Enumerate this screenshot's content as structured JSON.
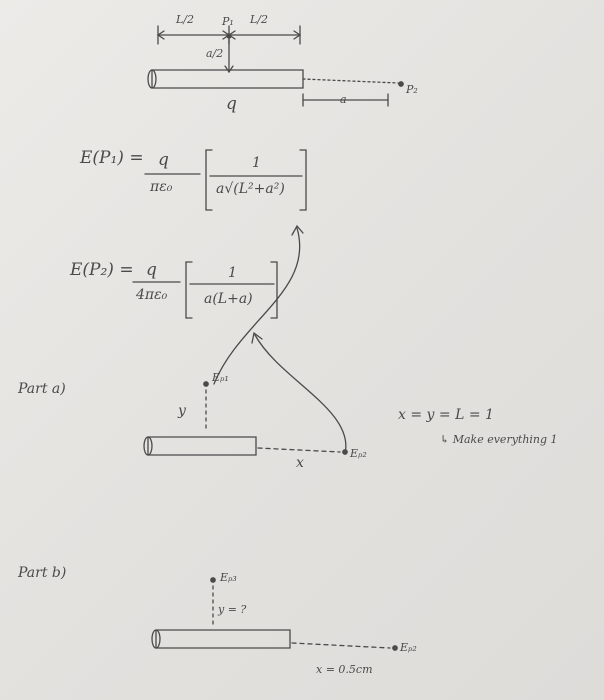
{
  "diagram_top": {
    "half_left": "L/2",
    "half_right": "L/2",
    "p1": "P₁",
    "height": "a/2",
    "charge": "q",
    "distance_a": "a",
    "p2": "P₂"
  },
  "eq1": {
    "lhs": "E(P₁) =",
    "num": "q",
    "den": "πε₀",
    "bracket_num": "1",
    "bracket_den": "a√(L²+a²)"
  },
  "eq2": {
    "lhs": "E(P₂) =",
    "num": "q",
    "den": "4πε₀",
    "bracket_num": "1",
    "bracket_den": "a(L+a)"
  },
  "part_a": {
    "label": "Part a)",
    "ep1": "Eₚ₁",
    "y": "y",
    "ep2": "Eₚ₂",
    "x": "x",
    "condition": "x = y = L = 1",
    "note": "↳ Make everything 1"
  },
  "part_b": {
    "label": "Part b)",
    "ep3": "Eₚ₃",
    "y": "y = ?",
    "ep2": "Eₚ₂",
    "x": "x = 0.5cm"
  }
}
